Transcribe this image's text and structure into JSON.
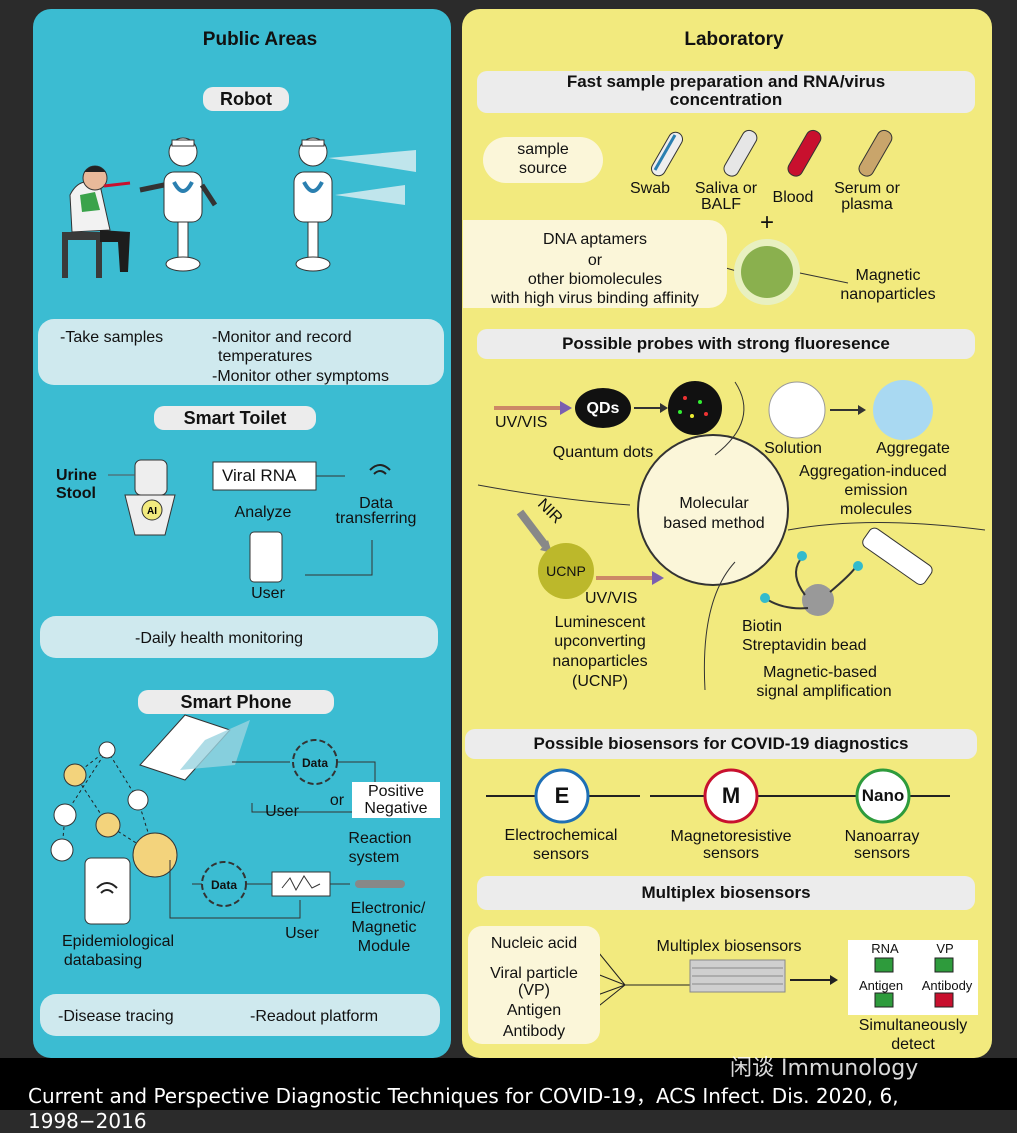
{
  "left": {
    "title": "Public Areas",
    "robot": {
      "pill": "Robot",
      "note_take": "-Take samples",
      "note_monitor1": "-Monitor and record",
      "note_monitor2": "temperatures",
      "note_other": "-Monitor other symptoms"
    },
    "toilet": {
      "pill": "Smart Toilet",
      "urine": "Urine",
      "stool": "Stool",
      "ai": "AI",
      "viral_rna": "Viral RNA",
      "analyze": "Analyze",
      "data1": "Data",
      "data2": "transferring",
      "user": "User",
      "note": "-Daily health monitoring"
    },
    "phone": {
      "pill": "Smart Phone",
      "data_a": "Data",
      "data_b": "Data",
      "or": "or",
      "positive": "Positive",
      "negative": "Negative",
      "user_a": "User",
      "reaction1": "Reaction",
      "reaction2": "system",
      "epi1": "Epidemiological",
      "epi2": "databasing",
      "user_b": "User",
      "module1": "Electronic/",
      "module2": "Magnetic",
      "module3": "Module",
      "note_tracing": "-Disease tracing",
      "note_readout": "-Readout platform"
    }
  },
  "right": {
    "title": "Laboratory",
    "prep": {
      "pill1": "Fast sample preparation and RNA/virus",
      "pill2": "concentration",
      "source1": "sample",
      "source2": "source",
      "swab": "Swab",
      "saliva1": "Saliva or",
      "saliva2": "BALF",
      "blood": "Blood",
      "serum1": "Serum or",
      "serum2": "plasma",
      "plus": "+",
      "dna1": "DNA aptamers",
      "dna2": "or",
      "dna3": "other biomolecules",
      "dna4": "with high virus binding affinity",
      "mag1": "Magnetic",
      "mag2": "nanoparticles"
    },
    "probes": {
      "pill": "Possible probes with strong fluoresence",
      "uvvis1": "UV/VIS",
      "qds": "QDs",
      "qd_label": "Quantum dots",
      "solution": "Solution",
      "aggregate": "Aggregate",
      "aie1": "Aggregation-induced",
      "aie2": "emission",
      "aie3": "molecules",
      "center1": "Molecular",
      "center2": "based method",
      "nir": "NIR",
      "ucnp": "UCNP",
      "uvvis2": "UV/VIS",
      "ucnp_l1": "Luminescent",
      "ucnp_l2": "upconverting",
      "ucnp_l3": "nanoparticles",
      "ucnp_l4": "(UCNP)",
      "biotin": "Biotin",
      "strep": "Streptavidin bead",
      "mag_amp1": "Magnetic-based",
      "mag_amp2": "signal amplification"
    },
    "biosensors": {
      "pill": "Possible biosensors for COVID-19 diagnostics",
      "e": "E",
      "m": "M",
      "nano": "Nano",
      "e_l1": "Electrochemical",
      "e_l2": "sensors",
      "m_l1": "Magnetoresistive",
      "m_l2": "sensors",
      "n_l1": "Nanoarray",
      "n_l2": "sensors"
    },
    "multiplex": {
      "pill": "Multiplex biosensors",
      "nucleic": "Nucleic acid",
      "viral1": "Viral particle",
      "viral2": "(VP)",
      "antigen": "Antigen",
      "antibody": "Antibody",
      "mb_label": "Multiplex biosensors",
      "rna": "RNA",
      "vp": "VP",
      "g_antigen": "Antigen",
      "g_antibody": "Antibody",
      "simul1": "Simultaneously",
      "simul2": "detect"
    }
  },
  "caption": "Current and Perspective Diagnostic Techniques for COVID-19，ACS Infect. Dis. 2020, 6, 1998−2016",
  "watermark": "闲谈 Immunology",
  "colors": {
    "left_panel": "#3bbcd2",
    "right_panel": "#f2ea7e",
    "pill": "#ececec",
    "e_ring": "#1e6fb5",
    "m_ring": "#c8102e",
    "nano_ring": "#2e9b3c"
  }
}
